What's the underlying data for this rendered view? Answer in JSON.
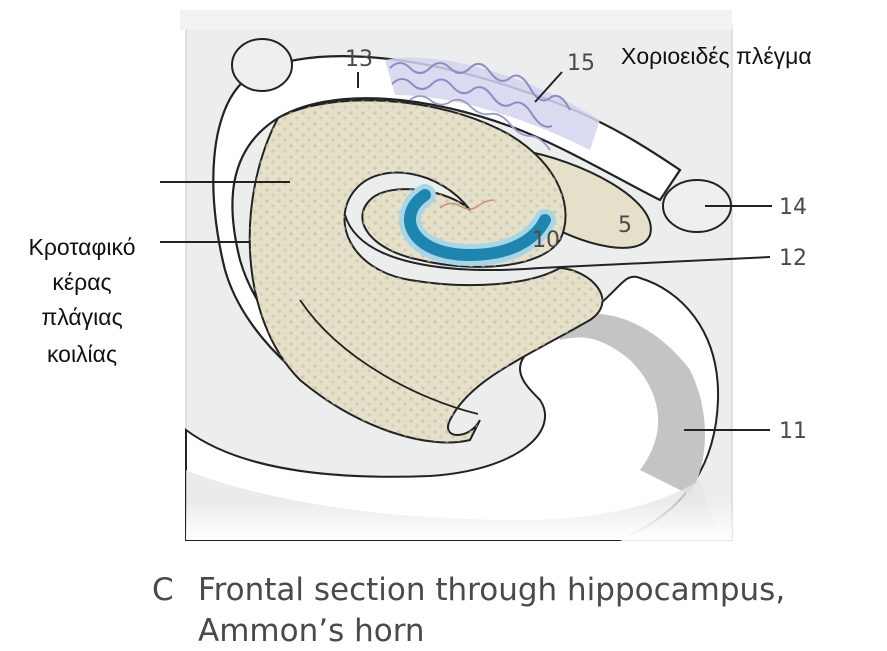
{
  "labels": {
    "n13": "13",
    "n15": "15",
    "n14": "14",
    "n5": "5",
    "n10": "10",
    "n12": "12",
    "n11": "11",
    "choroid_plexus": "Χοριοειδές πλέγμα",
    "temporal_horn": [
      "Κροταφικό",
      "κέρας",
      "πλάγιας",
      "κοιλίας"
    ]
  },
  "caption": {
    "marker": "C",
    "line1": "Frontal section through hippocampus,",
    "line2": "Ammon’s horn"
  },
  "colors": {
    "background_panel": "#eceeed",
    "tissue": "#e5e0c9",
    "tissue_dots": "#c9bfa0",
    "dentate_gyrus": "#1d86b0",
    "dentate_halo": "#a9d6e6",
    "plexus_fill": "#c7c6e6",
    "plexus_stroke": "#8d8cc6",
    "white_matter": "#c4c4c4",
    "line": "#222222"
  }
}
